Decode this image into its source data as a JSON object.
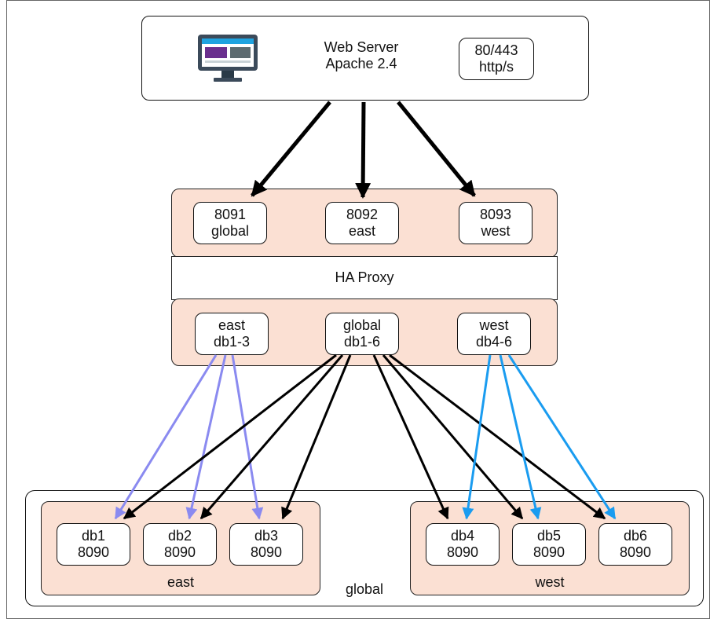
{
  "web_server": {
    "title": "Web Server",
    "version": "Apache 2.4",
    "ports": "80/443",
    "protocol": "http/s",
    "icon": "monitor-icon"
  },
  "haproxy": {
    "label": "HA Proxy",
    "frontends": [
      {
        "port": "8091",
        "name": "global"
      },
      {
        "port": "8092",
        "name": "east"
      },
      {
        "port": "8093",
        "name": "west"
      }
    ],
    "backends": [
      {
        "name": "east",
        "range": "db1-3"
      },
      {
        "name": "global",
        "range": "db1-6"
      },
      {
        "name": "west",
        "range": "db4-6"
      }
    ]
  },
  "clusters": {
    "global_label": "global",
    "east_label": "east",
    "west_label": "west",
    "east_dbs": [
      {
        "name": "db1",
        "port": "8090"
      },
      {
        "name": "db2",
        "port": "8090"
      },
      {
        "name": "db3",
        "port": "8090"
      }
    ],
    "west_dbs": [
      {
        "name": "db4",
        "port": "8090"
      },
      {
        "name": "db5",
        "port": "8090"
      },
      {
        "name": "db6",
        "port": "8090"
      }
    ]
  },
  "colors": {
    "east_arrows": "#8a8af0",
    "west_arrows": "#1a9cf0",
    "global_arrows": "#000000",
    "pool_fill": "#fbe0d3"
  }
}
